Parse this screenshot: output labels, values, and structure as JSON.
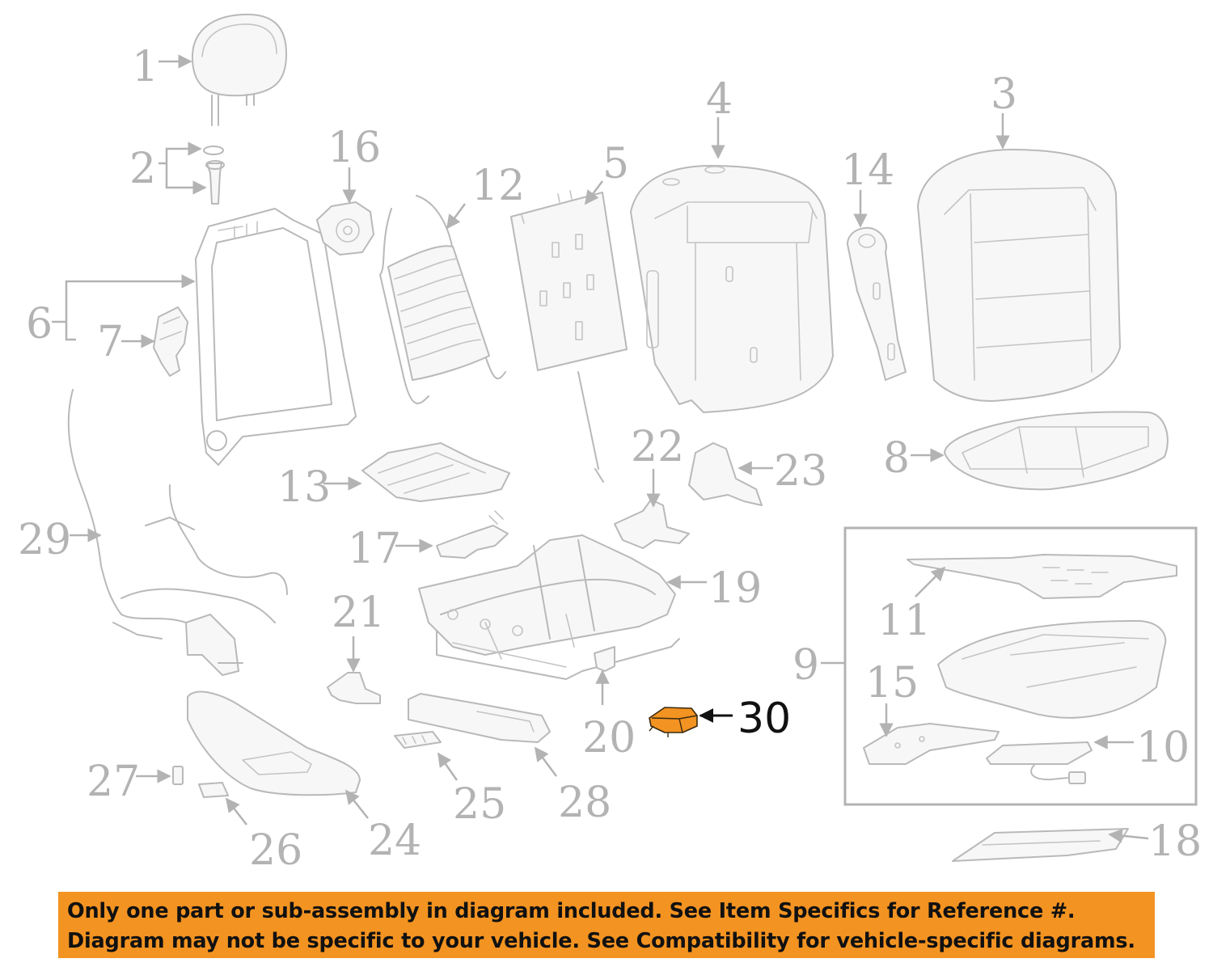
{
  "diagram": {
    "callouts": {
      "c1": "1",
      "c2": "2",
      "c3": "3",
      "c4": "4",
      "c5": "5",
      "c6": "6",
      "c7": "7",
      "c8": "8",
      "c9": "9",
      "c10": "10",
      "c11": "11",
      "c12": "12",
      "c13": "13",
      "c14": "14",
      "c15": "15",
      "c16": "16",
      "c17": "17",
      "c18": "18",
      "c19": "19",
      "c20": "20",
      "c21": "21",
      "c22": "22",
      "c23": "23",
      "c24": "24",
      "c25": "25",
      "c26": "26",
      "c27": "27",
      "c28": "28",
      "c29": "29"
    },
    "highlight": {
      "number": "30",
      "color": "#f39321"
    }
  },
  "banner": {
    "line1": "Only one part or sub-assembly in diagram included. See Item Specifics for Reference #.",
    "line2": "Diagram may not be specific to your vehicle. See Compatibility for vehicle-specific diagrams.",
    "color": "#f39321"
  }
}
